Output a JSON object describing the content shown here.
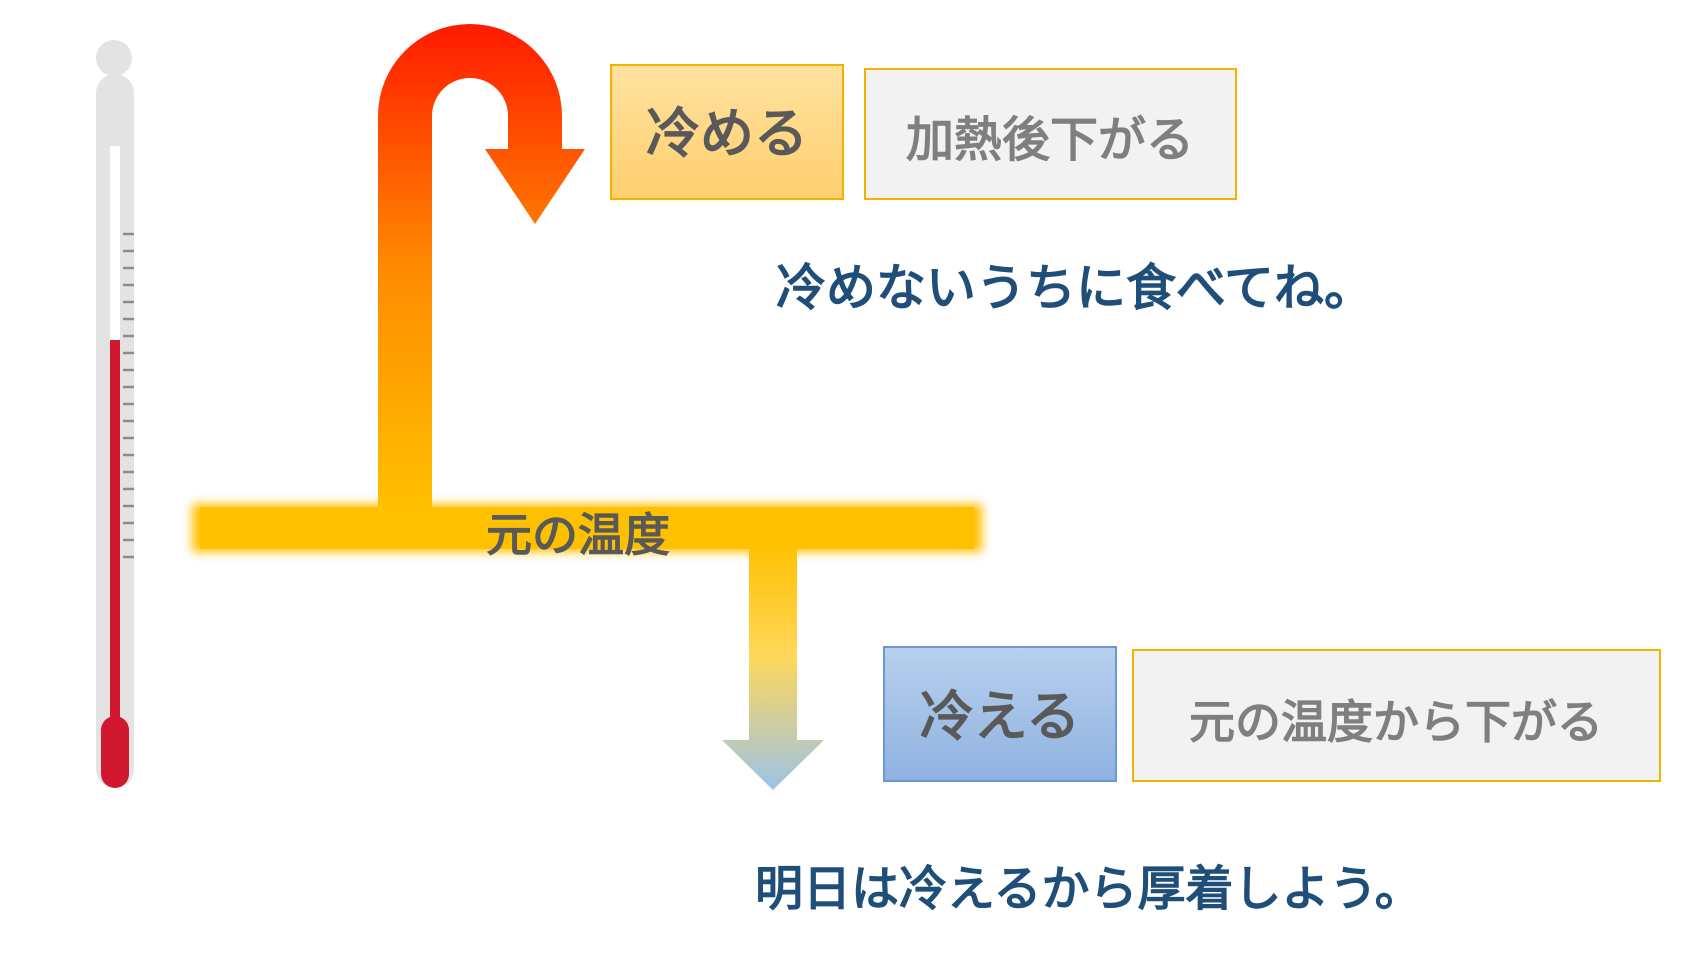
{
  "colors": {
    "hot": "#ff1a00",
    "mid": "#ff8a00",
    "base_band": "#ffc000",
    "cool": "#9dc3e6",
    "cool_box": "#a7c2e6",
    "warm_box": "#ffd98a",
    "desc_box": "#f2f2f2",
    "box_border": "#f2b200",
    "label_gray": "#595959",
    "desc_gray": "#7f7f7f",
    "sentence_navy": "#1f4e79",
    "thermo_red": "#d0182e",
    "thermo_body": "#e3e3e3"
  },
  "icons": {
    "thermometer": "thermometer-icon",
    "u_turn_arrow": "u-turn-arrow-icon",
    "down_arrow": "down-arrow-icon"
  },
  "base": {
    "label": "元の温度"
  },
  "sameru": {
    "term": "冷める",
    "description": "加熱後下がる",
    "example": "冷めないうちに食べてね。"
  },
  "hieru": {
    "term": "冷える",
    "description": "元の温度から下がる",
    "example": "明日は冷えるから厚着しよう。"
  }
}
